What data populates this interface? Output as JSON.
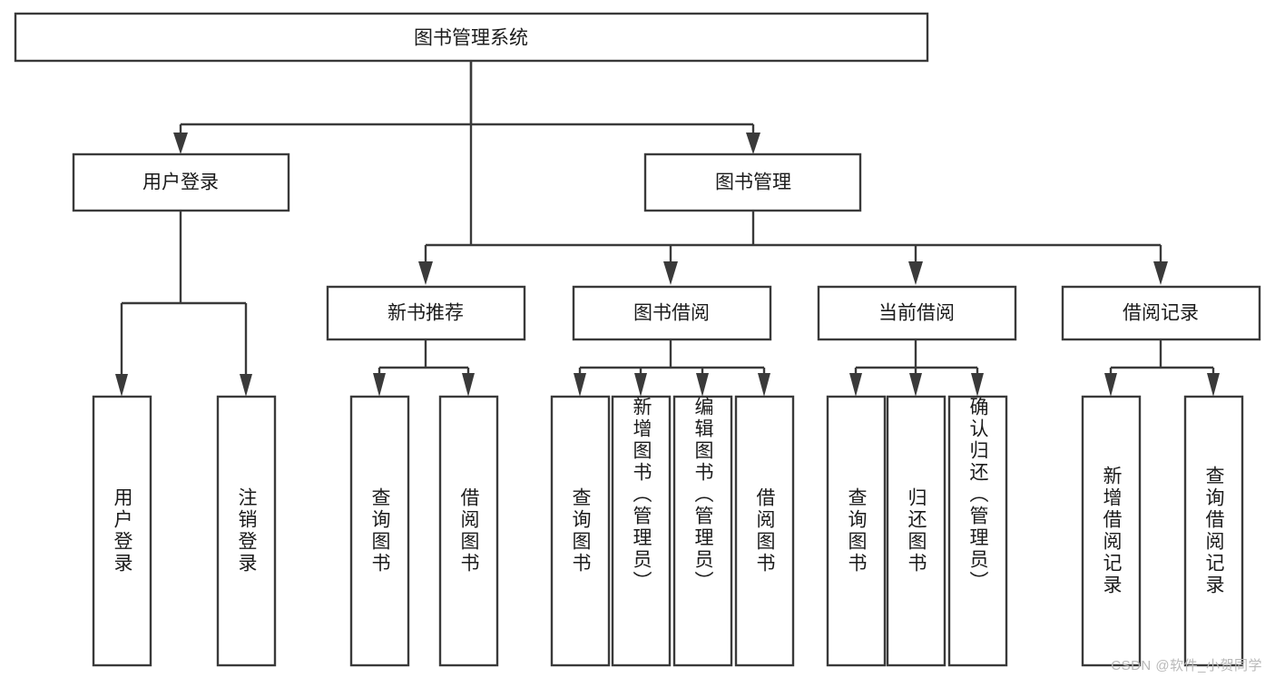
{
  "diagram": {
    "title": "图书管理系统",
    "type": "hierarchy-tree",
    "root": {
      "id": "root",
      "label": "图书管理系统"
    },
    "level2": [
      {
        "id": "user-login",
        "label": "用户登录"
      },
      {
        "id": "book-manage",
        "label": "图书管理"
      }
    ],
    "level3": [
      {
        "id": "new-book-recommend",
        "label": "新书推荐",
        "parent": "book-manage"
      },
      {
        "id": "book-borrow",
        "label": "图书借阅",
        "parent": "book-manage"
      },
      {
        "id": "current-borrow",
        "label": "当前借阅",
        "parent": "book-manage"
      },
      {
        "id": "borrow-record",
        "label": "借阅记录",
        "parent": "book-manage"
      }
    ],
    "leaves": [
      {
        "id": "leaf-user-login",
        "label": "用户登录",
        "parent": "user-login"
      },
      {
        "id": "leaf-user-logout",
        "label": "注销登录",
        "parent": "user-login"
      },
      {
        "id": "leaf-query-book-1",
        "label": "查询图书",
        "parent": "new-book-recommend"
      },
      {
        "id": "leaf-borrow-book-1",
        "label": "借阅图书",
        "parent": "new-book-recommend"
      },
      {
        "id": "leaf-query-book-2",
        "label": "查询图书",
        "parent": "book-borrow"
      },
      {
        "id": "leaf-add-book",
        "label": "新增图书（管理员）",
        "parent": "book-borrow"
      },
      {
        "id": "leaf-edit-book",
        "label": "编辑图书（管理员）",
        "parent": "book-borrow"
      },
      {
        "id": "leaf-borrow-book-2",
        "label": "借阅图书",
        "parent": "book-borrow"
      },
      {
        "id": "leaf-query-book-3",
        "label": "查询图书",
        "parent": "current-borrow"
      },
      {
        "id": "leaf-return-book",
        "label": "归还图书",
        "parent": "current-borrow"
      },
      {
        "id": "leaf-confirm-return",
        "label": "确认归还（管理员）",
        "parent": "current-borrow"
      },
      {
        "id": "leaf-add-record",
        "label": "新增借阅记录",
        "parent": "borrow-record"
      },
      {
        "id": "leaf-query-record",
        "label": "查询借阅记录",
        "parent": "borrow-record"
      }
    ],
    "colors": {
      "stroke": "#3a3a3a",
      "fill": "#ffffff",
      "text": "#1b1b1b",
      "watermark": "#b9b9b9"
    }
  },
  "watermark": {
    "text": "CSDN @软件_小贺同学"
  }
}
